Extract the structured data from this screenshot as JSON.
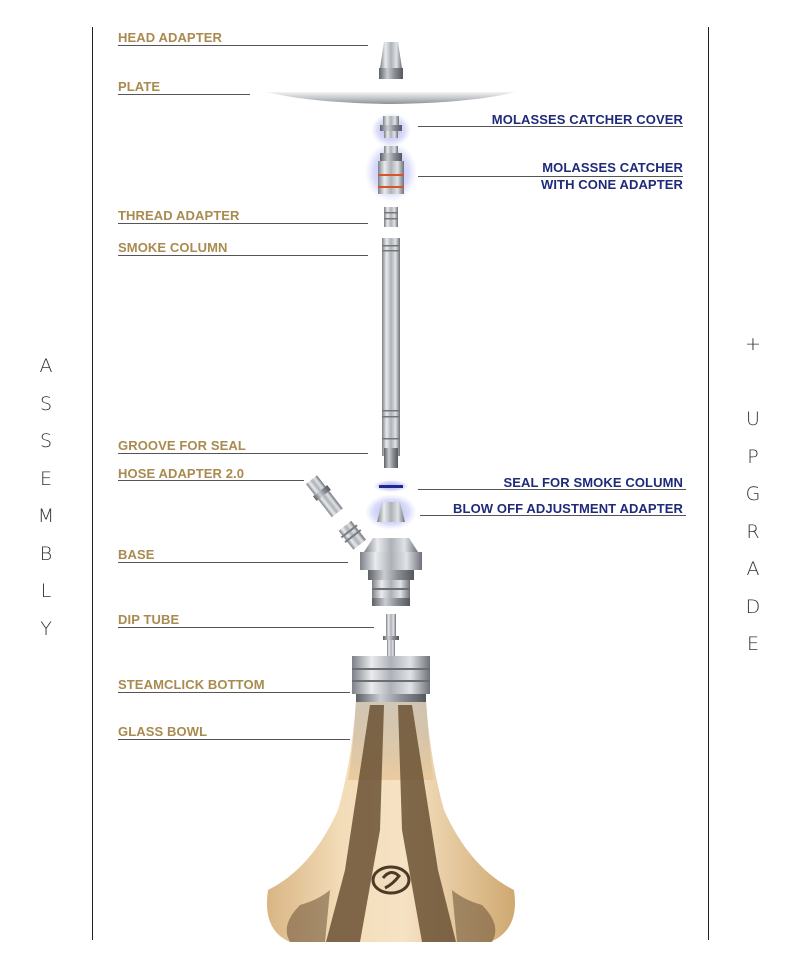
{
  "assembly": {
    "title_letters": [
      "A",
      "S",
      "S",
      "E",
      "M",
      "B",
      "L",
      "Y"
    ],
    "labels": [
      "HEAD ADAPTER",
      "PLATE",
      "THREAD ADAPTER",
      "SMOKE COLUMN",
      "GROOVE FOR SEAL",
      "HOSE ADAPTER 2.0",
      "BASE",
      "DIP TUBE",
      "STEAMCLICK BOTTOM",
      "GLASS BOWL"
    ]
  },
  "upgrade": {
    "title_letters": [
      "+",
      "",
      "U",
      "P",
      "G",
      "R",
      "A",
      "D",
      "E"
    ],
    "labels": [
      "MOLASSES CATCHER COVER",
      "MOLASSES CATCHER",
      "WITH CONE ADAPTER",
      "SEAL FOR SMOKE COLUMN",
      "BLOW OFF ADJUSTMENT ADAPTER"
    ]
  },
  "colors": {
    "assembly_label": "#a98a4f",
    "upgrade_label": "#1e2a7a",
    "glow": "#6a6ee8",
    "steel": "#b8bcc2",
    "bowl_gold": "#e8c79b",
    "bowl_stripe": "#6a5134"
  }
}
